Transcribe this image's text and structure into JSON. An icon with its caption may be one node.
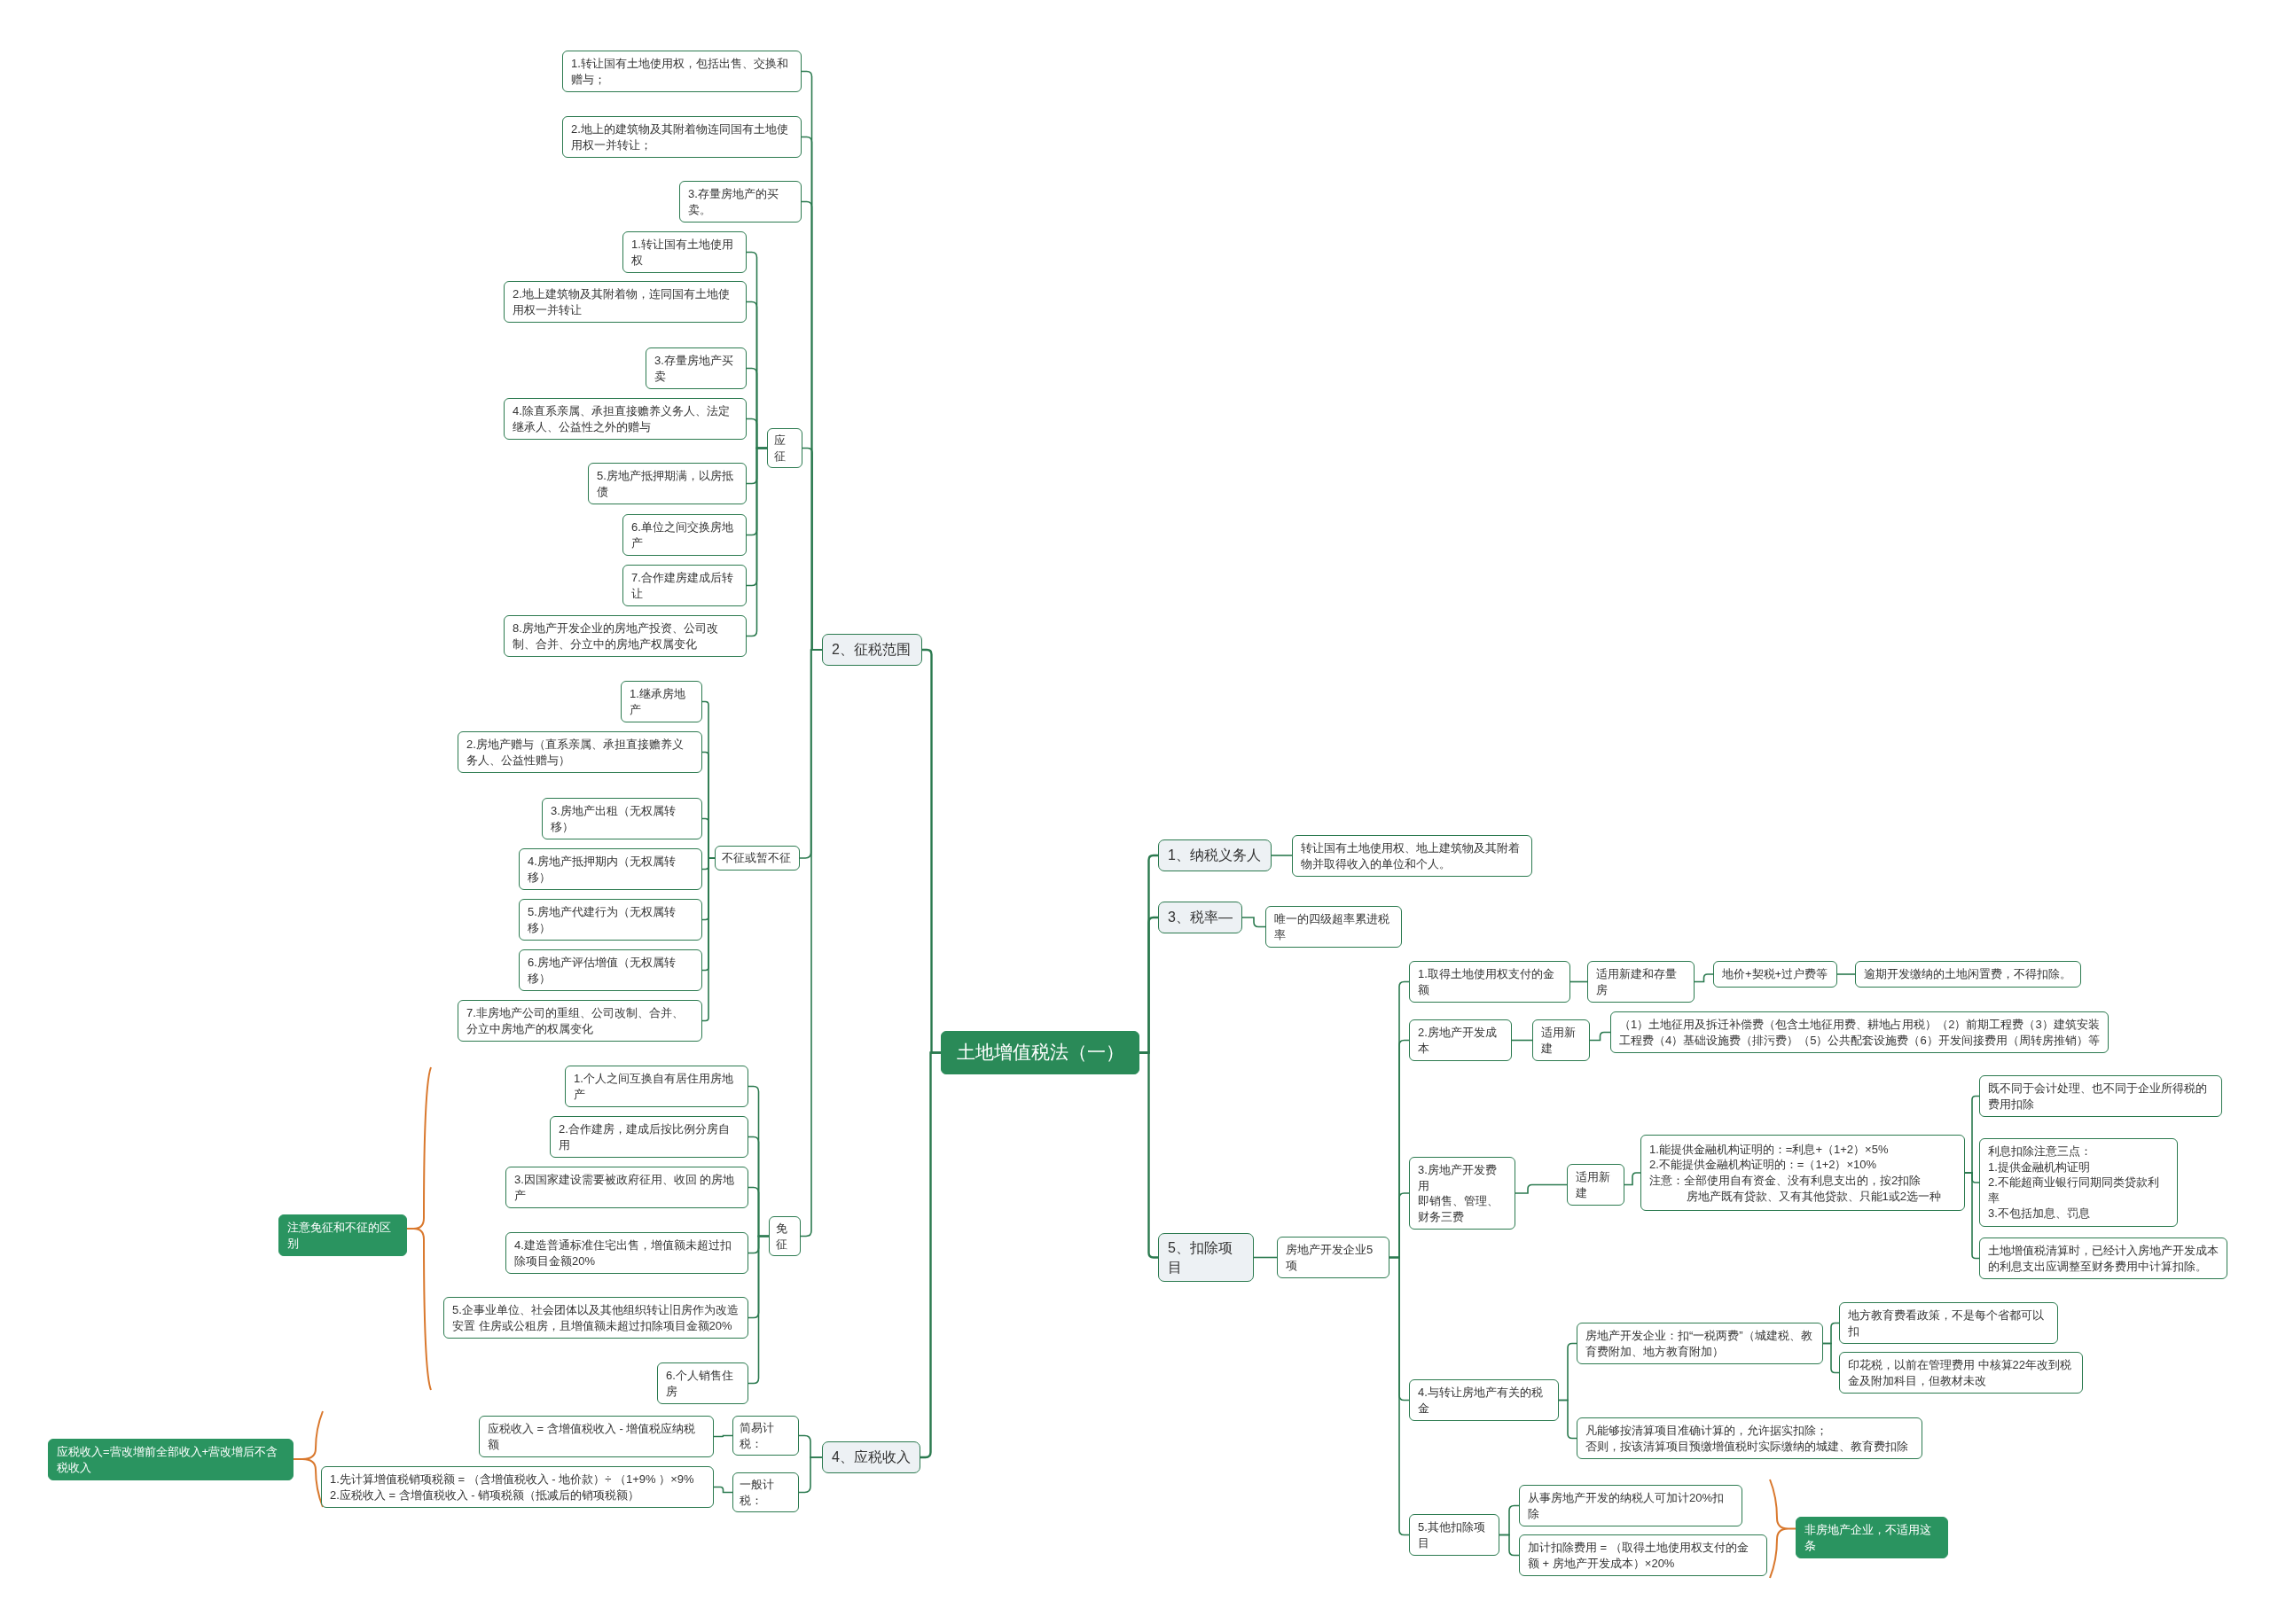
{
  "diagram": {
    "nodes": [
      {
        "text": [
          "土地增值税法（一）"
        ]
      },
      {
        "text": [
          "2、征税范围"
        ]
      },
      {
        "text": [
          "1.转让国有土地使用权，包括出售、交换和赠与；"
        ]
      },
      {
        "text": [
          "2.地上的建筑物及其附着物连同国有土地使用权一并转让；"
        ]
      },
      {
        "text": [
          "3.存量房地产的买卖。"
        ]
      },
      {
        "text": [
          "应征"
        ]
      },
      {
        "text": [
          "1.转让国有土地使用权"
        ]
      },
      {
        "text": [
          "2.地上建筑物及其附着物，连同国有土地使用权一并转让"
        ]
      },
      {
        "text": [
          "3.存量房地产买卖"
        ]
      },
      {
        "text": [
          "4.除直系亲属、承担直接赡养义务人、法定继承人、公益性之外的赠与"
        ]
      },
      {
        "text": [
          "5.房地产抵押期满，以房抵债"
        ]
      },
      {
        "text": [
          "6.单位之间交换房地产"
        ]
      },
      {
        "text": [
          "7.合作建房建成后转让"
        ]
      },
      {
        "text": [
          "8.房地产开发企业的房地产投资、公司改制、合并、分立中的房地产权属变化"
        ]
      },
      {
        "text": [
          "不征或暂不征"
        ]
      },
      {
        "text": [
          "1.继承房地产"
        ]
      },
      {
        "text": [
          "2.房地产赠与（直系亲属、承担直接赡养义务人、公益性赠与）"
        ]
      },
      {
        "text": [
          "3.房地产出租（无权属转移）"
        ]
      },
      {
        "text": [
          "4.房地产抵押期内（无权属转移）"
        ]
      },
      {
        "text": [
          "5.房地产代建行为（无权属转移）"
        ]
      },
      {
        "text": [
          "6.房地产评估增值（无权属转移）"
        ]
      },
      {
        "text": [
          "7.非房地产公司的重组、公司改制、合并、分立中房地产的权属变化"
        ]
      },
      {
        "text": [
          "免征"
        ]
      },
      {
        "text": [
          "1.个人之间互换自有居住用房地产"
        ]
      },
      {
        "text": [
          "2.合作建房，建成后按比例分房自用"
        ]
      },
      {
        "text": [
          "3.因国家建设需要被政府征用、收回 的房地产"
        ]
      },
      {
        "text": [
          "4.建造普通标准住宅出售，增值额未超过扣除项目金额20%"
        ]
      },
      {
        "text": [
          "5.企事业单位、社会团体以及其他组织转让旧房作为改造安置 住房或公租房，且增值额未超过扣除项目金额20%"
        ]
      },
      {
        "text": [
          "6.个人销售住房"
        ]
      },
      {
        "text": [
          "注意免征和不征的区别"
        ]
      },
      {
        "text": [
          "4、应税收入"
        ]
      },
      {
        "text": [
          "简易计税："
        ]
      },
      {
        "text": [
          "应税收入 = 含增值税收入 - 增值税应纳税额"
        ]
      },
      {
        "text": [
          "一般计税："
        ]
      },
      {
        "text": [
          "1.先计算增值税销项税额 = （含增值税收入 - 地价款）÷ （1+9% ）×9%",
          "2.应税收入 = 含增值税收入 - 销项税额（抵减后的销项税额）"
        ]
      },
      {
        "text": [
          "应税收入=营改增前全部收入+营改增后不含税收入"
        ]
      },
      {
        "text": [
          "1、纳税义务人"
        ]
      },
      {
        "text": [
          "转让国有土地使用权、地上建筑物及其附着物并取得收入的单位和个人。"
        ]
      },
      {
        "text": [
          "3、税率—"
        ]
      },
      {
        "text": [
          "唯一的四级超率累进税率"
        ]
      },
      {
        "text": [
          "5、扣除项目"
        ]
      },
      {
        "text": [
          "房地产开发企业5项"
        ]
      },
      {
        "text": [
          "1.取得土地使用权支付的金额"
        ]
      },
      {
        "text": [
          "适用新建和存量房"
        ]
      },
      {
        "text": [
          "地价+契税+过户费等"
        ]
      },
      {
        "text": [
          "逾期开发缴纳的土地闲置费，不得扣除。"
        ]
      },
      {
        "text": [
          "2.房地产开发成本"
        ]
      },
      {
        "text": [
          "适用新建"
        ]
      },
      {
        "text": [
          "（1）土地征用及拆迁补偿费（包含土地征用费、耕地占用税）（2）前期工程费（3）建筑安装工程费（4）基础设施费（排污费）（5）公共配套设施费（6）开发间接费用（周转房推销）等"
        ]
      },
      {
        "text": [
          "3.房地产开发费用",
          "即销售、管理、财务三费"
        ]
      },
      {
        "text": [
          "适用新建"
        ]
      },
      {
        "text": [
          "1.能提供金融机构证明的：=利息+（1+2）×5%",
          "2.不能提供金融机构证明的：=（1+2）×10%",
          "注意：全部使用自有资金、没有利息支出的，按2扣除",
          "房地产既有贷款、又有其他贷款、只能1或2选一种"
        ]
      },
      {
        "text": [
          "既不同于会计处理、也不同于企业所得税的费用扣除"
        ]
      },
      {
        "text": [
          "利息扣除注意三点：",
          "1.提供金融机构证明",
          "2.不能超商业银行同期同类贷款利率",
          "3.不包括加息、罚息"
        ]
      },
      {
        "text": [
          "土地增值税清算时，已经计入房地产开发成本的利息支出应调整至财务费用中计算扣除。"
        ]
      },
      {
        "text": [
          "4.与转让房地产有关的税金"
        ]
      },
      {
        "text": [
          "房地产开发企业：扣“一税两费”（城建税、教育费附加、地方教育附加）"
        ]
      },
      {
        "text": [
          "地方教育费看政策，不是每个省都可以扣"
        ]
      },
      {
        "text": [
          "印花税，以前在管理费用 中核算22年改到税金及附加科目，但教材未改"
        ]
      },
      {
        "text": [
          "凡能够按清算项目准确计算的，允许据实扣除；",
          "否则，按该清算项目预缴增值税时实际缴纳的城建、教育费扣除"
        ]
      },
      {
        "text": [
          "5.其他扣除项目"
        ]
      },
      {
        "text": [
          "从事房地产开发的纳税人可加计20%扣除"
        ]
      },
      {
        "text": [
          "加计扣除费用 = （取得土地使用权支付的金额 + 房地产开发成本）×20%"
        ]
      },
      {
        "text": [
          "非房地产企业，不适用这条"
        ]
      }
    ],
    "edges": [
      {
        "from": 0,
        "to": 1,
        "arrow": "none"
      },
      {
        "from": 1,
        "to": 2,
        "arrow": "none"
      },
      {
        "from": 1,
        "to": 3,
        "arrow": "none"
      },
      {
        "from": 1,
        "to": 4,
        "arrow": "none"
      },
      {
        "from": 1,
        "to": 5,
        "arrow": "none"
      },
      {
        "from": 5,
        "to": 6,
        "arrow": "none"
      },
      {
        "from": 5,
        "to": 7,
        "arrow": "none"
      },
      {
        "from": 5,
        "to": 8,
        "arrow": "none"
      },
      {
        "from": 5,
        "to": 9,
        "arrow": "none"
      },
      {
        "from": 5,
        "to": 10,
        "arrow": "none"
      },
      {
        "from": 5,
        "to": 11,
        "arrow": "none"
      },
      {
        "from": 5,
        "to": 12,
        "arrow": "none"
      },
      {
        "from": 5,
        "to": 13,
        "arrow": "none"
      },
      {
        "from": 1,
        "to": 14,
        "arrow": "none"
      },
      {
        "from": 14,
        "to": 15,
        "arrow": "none"
      },
      {
        "from": 14,
        "to": 16,
        "arrow": "none"
      },
      {
        "from": 14,
        "to": 17,
        "arrow": "none"
      },
      {
        "from": 14,
        "to": 18,
        "arrow": "none"
      },
      {
        "from": 14,
        "to": 19,
        "arrow": "none"
      },
      {
        "from": 14,
        "to": 20,
        "arrow": "none"
      },
      {
        "from": 14,
        "to": 21,
        "arrow": "none"
      },
      {
        "from": 1,
        "to": 22,
        "arrow": "none"
      },
      {
        "from": 22,
        "to": 23,
        "arrow": "none"
      },
      {
        "from": 22,
        "to": 24,
        "arrow": "none"
      },
      {
        "from": 22,
        "to": 25,
        "arrow": "none"
      },
      {
        "from": 22,
        "to": 26,
        "arrow": "none"
      },
      {
        "from": 22,
        "to": 27,
        "arrow": "none"
      },
      {
        "from": 22,
        "to": 28,
        "arrow": "none"
      },
      {
        "from": 0,
        "to": 30,
        "arrow": "none"
      },
      {
        "from": 30,
        "to": 31,
        "arrow": "none"
      },
      {
        "from": 31,
        "to": 32,
        "arrow": "none"
      },
      {
        "from": 30,
        "to": 33,
        "arrow": "none"
      },
      {
        "from": 33,
        "to": 34,
        "arrow": "none"
      },
      {
        "from": 0,
        "to": 36,
        "arrow": "none"
      },
      {
        "from": 36,
        "to": 37,
        "arrow": "none"
      },
      {
        "from": 0,
        "to": 38,
        "arrow": "none"
      },
      {
        "from": 38,
        "to": 39,
        "arrow": "none"
      },
      {
        "from": 0,
        "to": 40,
        "arrow": "none"
      },
      {
        "from": 40,
        "to": 41,
        "arrow": "none"
      },
      {
        "from": 41,
        "to": 42,
        "arrow": "none"
      },
      {
        "from": 42,
        "to": 43,
        "arrow": "none"
      },
      {
        "from": 43,
        "to": 44,
        "arrow": "none"
      },
      {
        "from": 44,
        "to": 45,
        "arrow": "none"
      },
      {
        "from": 41,
        "to": 46,
        "arrow": "none"
      },
      {
        "from": 46,
        "to": 47,
        "arrow": "none"
      },
      {
        "from": 47,
        "to": 48,
        "arrow": "none"
      },
      {
        "from": 41,
        "to": 49,
        "arrow": "none"
      },
      {
        "from": 49,
        "to": 50,
        "arrow": "none"
      },
      {
        "from": 50,
        "to": 51,
        "arrow": "none"
      },
      {
        "from": 51,
        "to": 52,
        "arrow": "none"
      },
      {
        "from": 51,
        "to": 53,
        "arrow": "none"
      },
      {
        "from": 51,
        "to": 54,
        "arrow": "none"
      },
      {
        "from": 41,
        "to": 55,
        "arrow": "none"
      },
      {
        "from": 55,
        "to": 56,
        "arrow": "none"
      },
      {
        "from": 56,
        "to": 57,
        "arrow": "none"
      },
      {
        "from": 56,
        "to": 58,
        "arrow": "none"
      },
      {
        "from": 55,
        "to": 59,
        "arrow": "none"
      },
      {
        "from": 41,
        "to": 60,
        "arrow": "none"
      },
      {
        "from": 60,
        "to": 61,
        "arrow": "none"
      },
      {
        "from": 60,
        "to": 62,
        "arrow": "none"
      }
    ]
  }
}
